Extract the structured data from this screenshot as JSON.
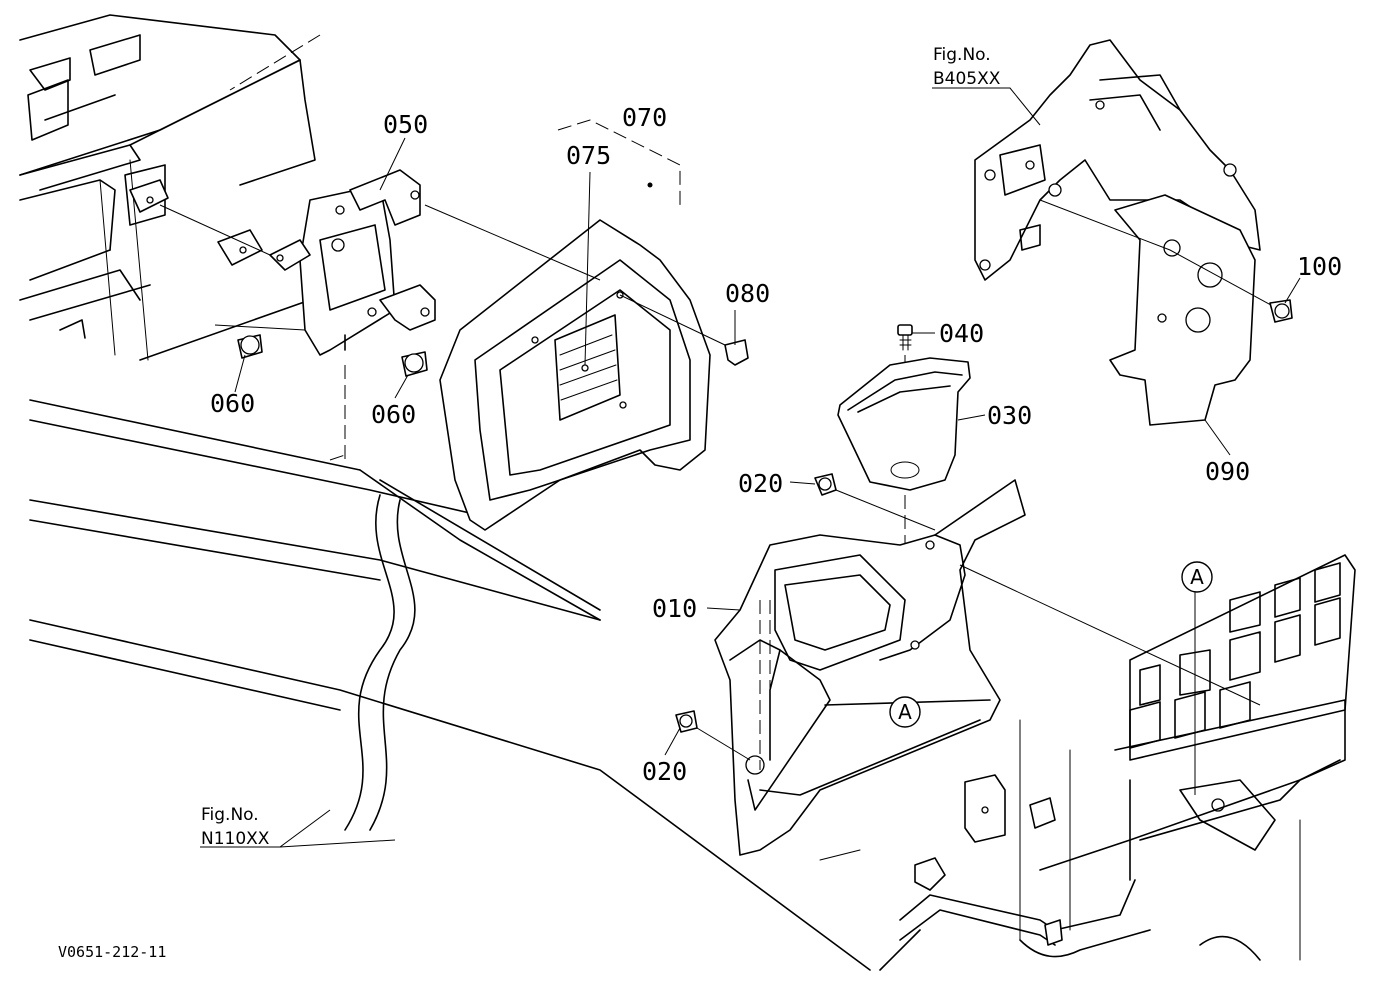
{
  "drawing_code": "V0651-212-11",
  "part_labels": {
    "p010": "010",
    "p020a": "020",
    "p020b": "020",
    "p030": "030",
    "p040": "040",
    "p050": "050",
    "p060a": "060",
    "p060b": "060",
    "p070": "070",
    "p075": "075",
    "p080": "080",
    "p090": "090",
    "p100": "100"
  },
  "figure_refs": {
    "b405": {
      "line1": "Fig.No.",
      "line2": "B405XX"
    },
    "n110": {
      "line1": "Fig.No.",
      "line2": "N110XX"
    }
  },
  "section_marks": {
    "a1": "A",
    "a2": "A"
  }
}
